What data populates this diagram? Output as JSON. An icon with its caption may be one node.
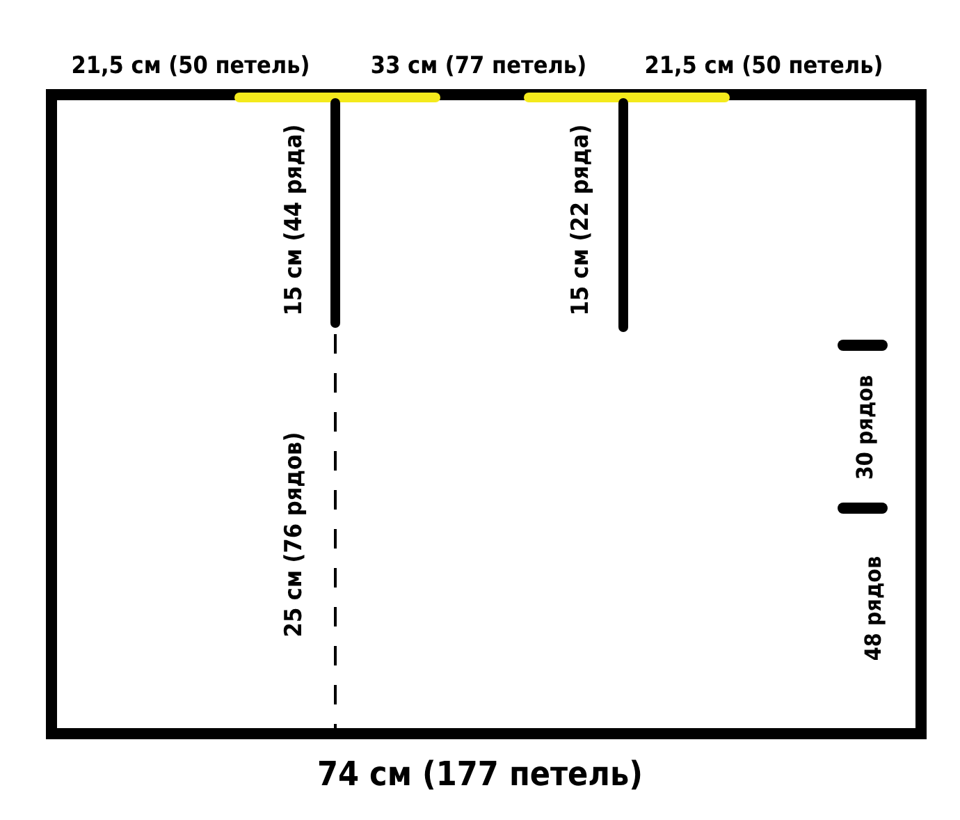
{
  "diagram": {
    "labels": [
      "21,5 см (50 петель)",
      "33 см (77 петель)",
      "21,5 см (50 петель)",
      "15 см (44 ряда)",
      "15 см (22 ряда)",
      "30 рядов",
      "25 см (76 рядов)",
      "48 рядов",
      "74 см (177 петель)"
    ]
  }
}
